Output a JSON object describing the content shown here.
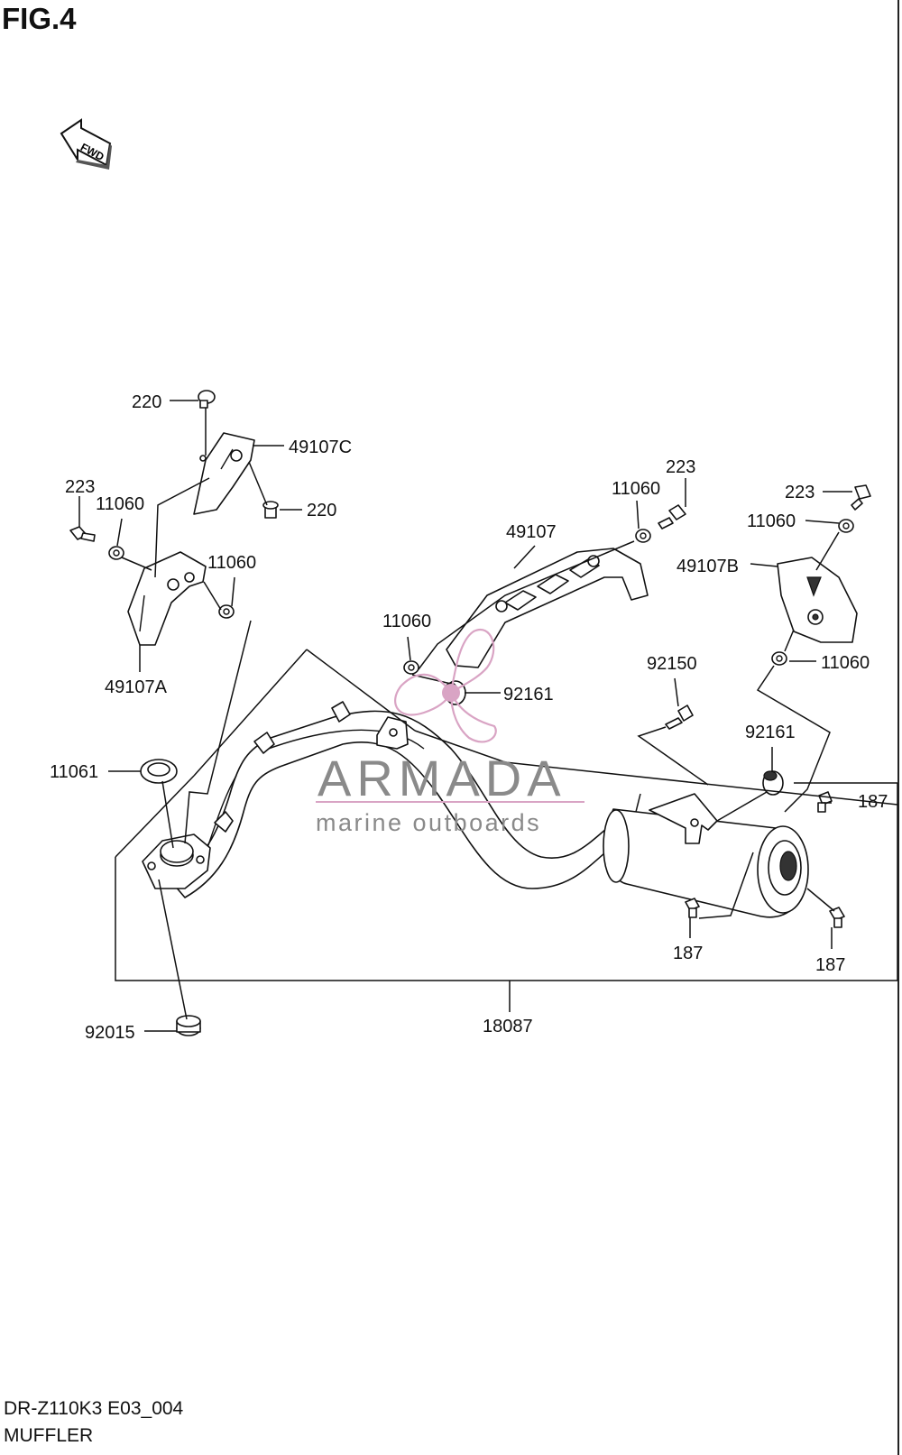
{
  "figure": {
    "title": "FIG.4"
  },
  "fwd_arrow": {
    "text": "FWD",
    "icon": "fwd-arrow-icon"
  },
  "footer": {
    "code": "DR-Z110K3 E03_004",
    "name": "MUFFLER"
  },
  "watermark": {
    "brand": "ARMADA",
    "tagline": "marine outboards",
    "color": "#d9a4c4",
    "text_color": "#8a8a8a"
  },
  "callouts": {
    "c220_top": "220",
    "c49107C": "49107C",
    "c220_right": "220",
    "c223_left": "223",
    "c11060_left": "11060",
    "c11060_mid_left": "11060",
    "c49107A": "49107A",
    "c11061": "11061",
    "c92015": "92015",
    "c49107": "49107",
    "c11060_center": "11060",
    "c92161_center": "92161",
    "c223_mid": "223",
    "c11060_mid_right": "11060",
    "c223_right": "223",
    "c11060_right": "11060",
    "c49107B": "49107B",
    "c11060_lower_right": "11060",
    "c92150": "92150",
    "c92161_right": "92161",
    "c187_top_right": "187",
    "c187_bottom_mid": "187",
    "c187_bottom_right": "187",
    "c18087": "18087"
  }
}
